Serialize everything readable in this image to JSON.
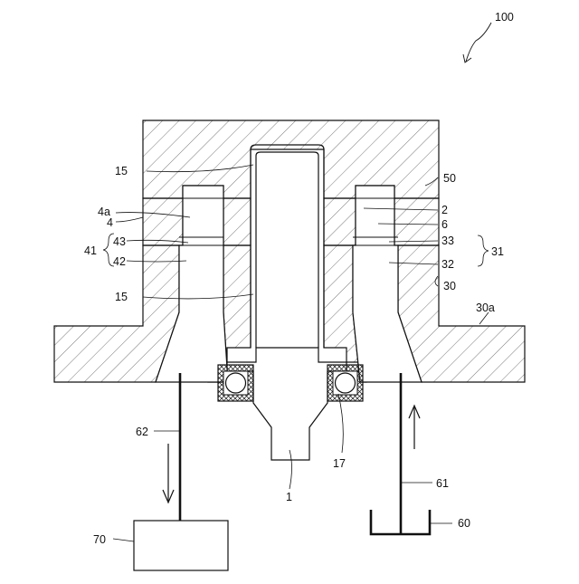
{
  "labels": {
    "assembly": "100",
    "upper_block": "50",
    "passage_upper_left": "15",
    "passage_lower_left": "15",
    "left_part": "4a",
    "left_plate": "4",
    "left_group": "41",
    "left_upper": "43",
    "left_lower": "42",
    "right_plate": "2",
    "right_part": "6",
    "right_upper": "33",
    "right_group": "31",
    "right_lower": "32",
    "lower_block": "30",
    "flange": "30a",
    "outlet_line": "62",
    "inlet_line": "61",
    "shaft": "1",
    "bearing": "17",
    "tank": "70",
    "supply": "60"
  }
}
